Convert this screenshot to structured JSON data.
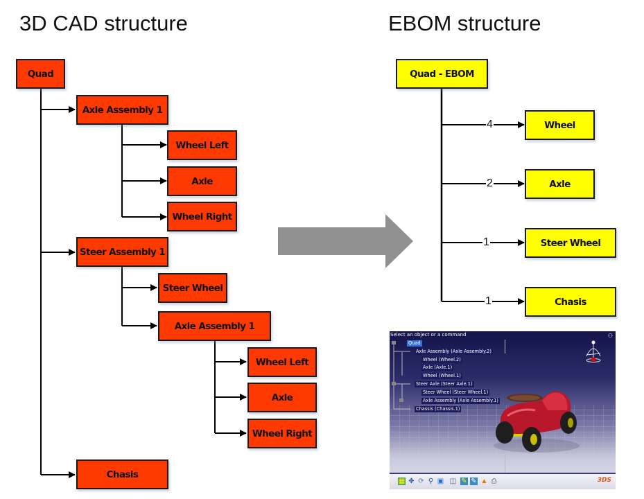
{
  "left": {
    "title": "3D CAD structure",
    "nodes": {
      "quad": "Quad",
      "axle_assembly_1": "Axle Assembly 1",
      "wheel_left_1": "Wheel Left",
      "axle_1": "Axle",
      "wheel_right_1": "Wheel Right",
      "steer_assembly_1": "Steer  Assembly 1",
      "steer_wheel": "Steer Wheel",
      "axle_assembly_2": "Axle Assembly 1",
      "wheel_left_2": "Wheel Left",
      "axle_2": "Axle",
      "wheel_right_2": "Wheel Right",
      "chasis": "Chasis"
    },
    "color": "#ff3a00"
  },
  "transform_arrow": {
    "color": "#909090"
  },
  "right": {
    "title": "EBOM structure",
    "root": "Quad - EBOM",
    "items": [
      {
        "label": "Wheel",
        "qty": "4"
      },
      {
        "label": "Axle",
        "qty": "2"
      },
      {
        "label": "Steer Wheel",
        "qty": "1"
      },
      {
        "label": "Chasis",
        "qty": "1"
      }
    ],
    "color": "#ffff00"
  },
  "catia": {
    "status": "Select an object or a command",
    "tree": [
      {
        "label": "Quad",
        "selected": true
      },
      {
        "label": "Axle Assembly (Axle Assembly.2)"
      },
      {
        "label": "Wheel (Wheel.2)"
      },
      {
        "label": "Axle (Axle.1)"
      },
      {
        "label": "Wheel (Wheel.1)"
      },
      {
        "label": "Steer Axle (Steer Axle.1)"
      },
      {
        "label": "Steer Wheel (Steer Wheel.1)"
      },
      {
        "label": "Axle Assembly (Axle Assembly.1)"
      },
      {
        "label": "Chassis (Chassis.1)"
      }
    ],
    "toolbar_icons": [
      "fit-all-icon",
      "pan-icon",
      "rotate-icon",
      "zoom-icon",
      "view-cube-icon",
      "render-style-icon",
      "hide-show-icon",
      "swap-visible-icon",
      "measure-icon",
      "print-icon"
    ],
    "logo": "3DS"
  }
}
